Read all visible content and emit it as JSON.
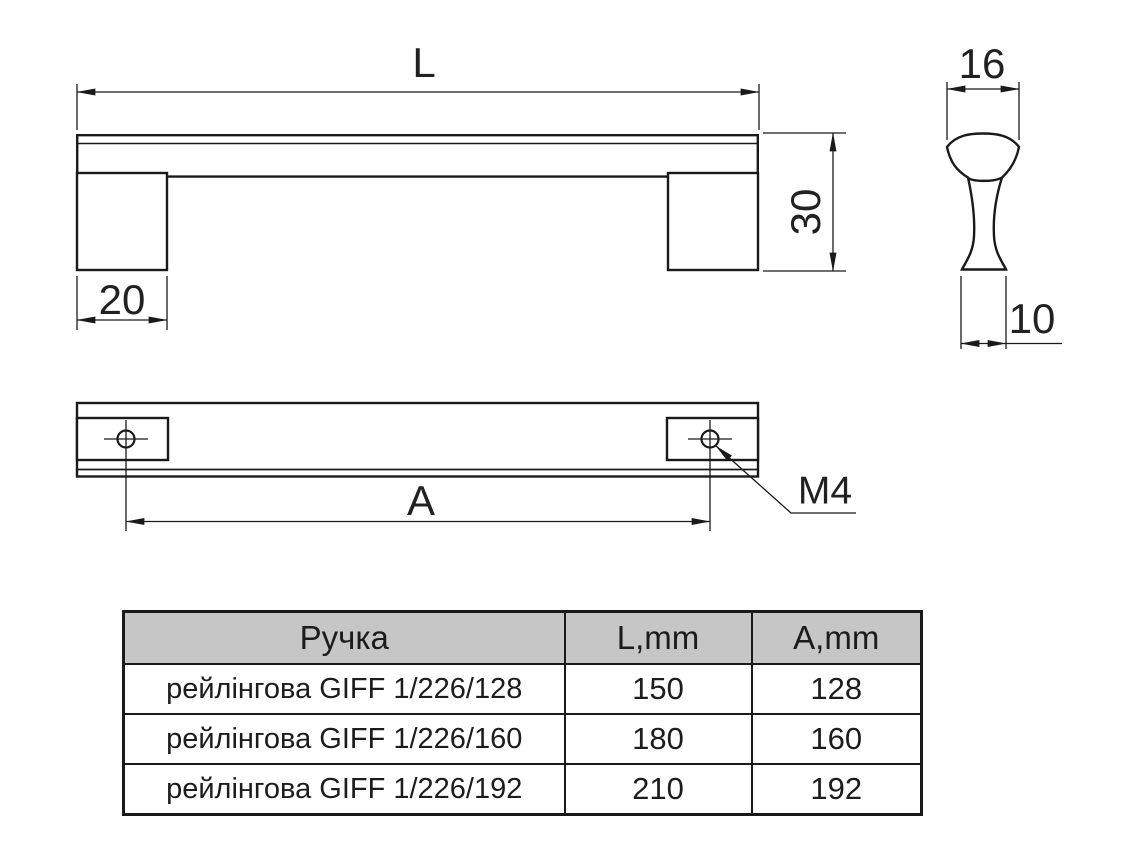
{
  "drawing": {
    "front_view": {
      "length_label": "L",
      "height_label": "30",
      "foot_width_label": "20"
    },
    "side_view": {
      "top_width_label": "16",
      "bottom_width_label": "10"
    },
    "bottom_view": {
      "hole_spacing_label": "A",
      "thread_label": "M4"
    },
    "line_color": "#1a1a1a"
  },
  "table": {
    "headers": [
      "Ручка",
      "L,mm",
      "A,mm"
    ],
    "rows": [
      [
        "рейлінгова GIFF 1/226/128",
        "150",
        "128"
      ],
      [
        "рейлінгова GIFF 1/226/160",
        "180",
        "160"
      ],
      [
        "рейлінгова GIFF 1/226/192",
        "210",
        "192"
      ]
    ],
    "header_bg": "#c6c6c6"
  }
}
